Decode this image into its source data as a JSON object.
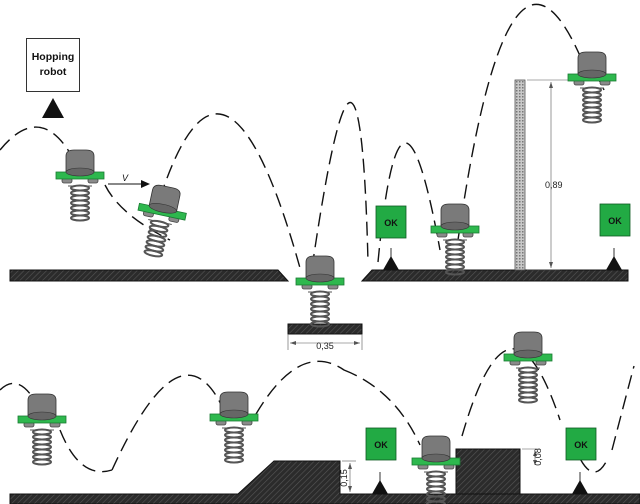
{
  "start_label": {
    "line1": "Hopping",
    "line2": "robot"
  },
  "velocity_label": "V",
  "ok_label": "OK",
  "dimensions": {
    "gap_width": "0,35",
    "wall_height": "0,89",
    "step_height": "0,15",
    "small_step_height": "0,08"
  },
  "colors": {
    "ok_sign": "#22aa44",
    "robot_body": "#777777",
    "robot_ring": "#2eb84e",
    "ground": "#2b2b2b",
    "wall": "#999999"
  },
  "icons": [
    "hopping-robot-icon",
    "flag-marker-icon"
  ]
}
